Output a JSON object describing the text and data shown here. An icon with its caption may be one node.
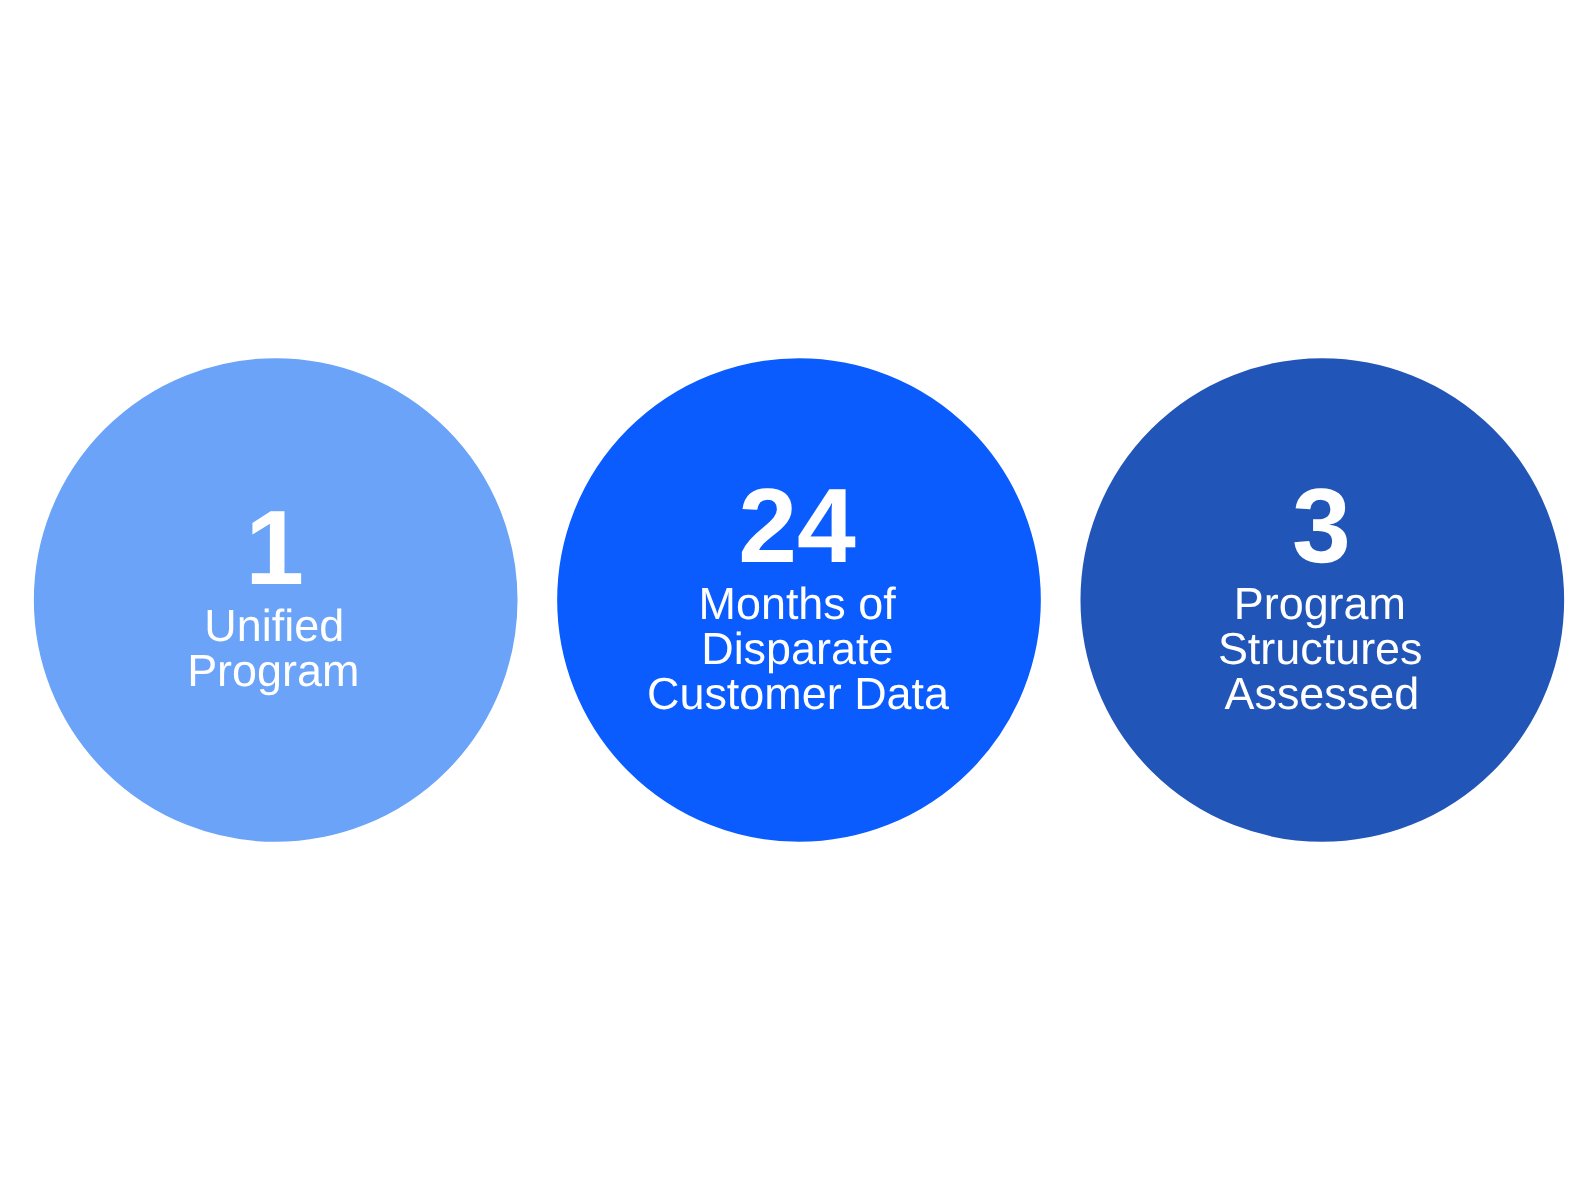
{
  "diagram": {
    "nodes": [
      {
        "text": [
          "24",
          "Months of Disparate Customer Data"
        ]
      },
      {
        "text": [
          "1",
          "Unified Program"
        ]
      },
      {
        "text": [
          "3",
          "Program Structures Assessed"
        ]
      }
    ]
  }
}
